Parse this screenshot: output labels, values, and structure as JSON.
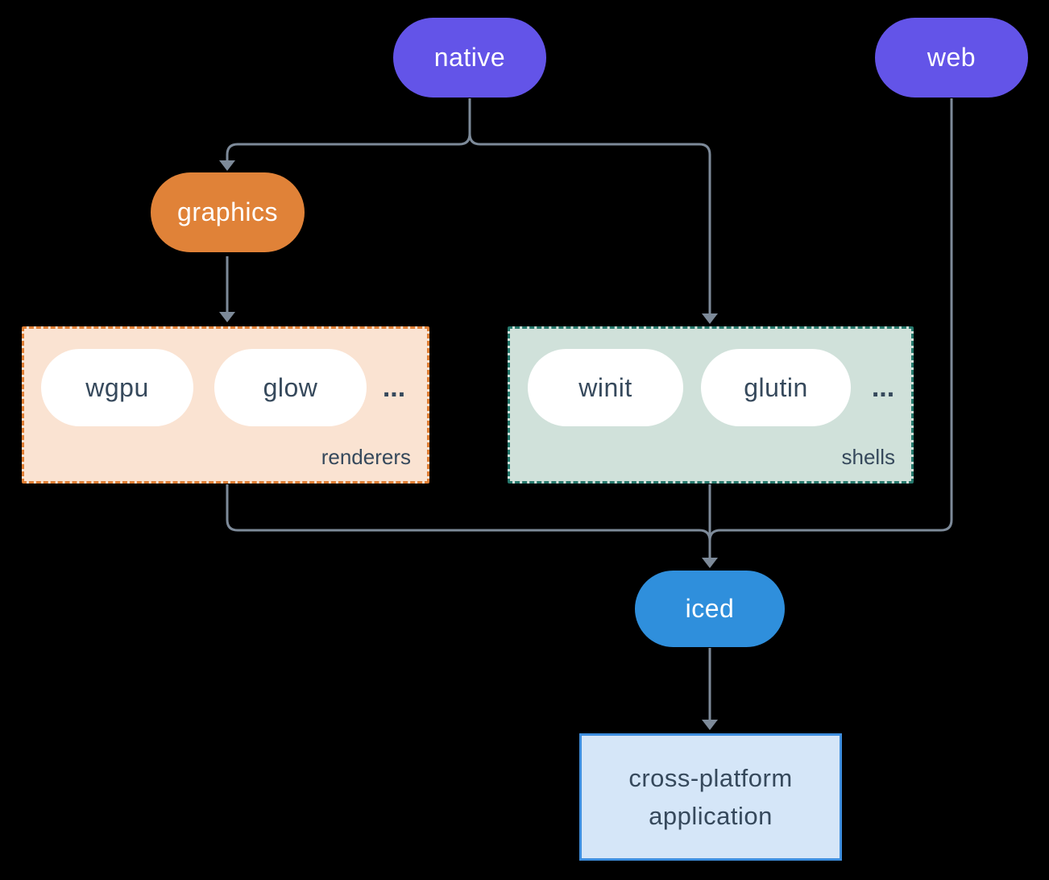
{
  "colors": {
    "background": "#000000",
    "edge": "#7d8a99",
    "indigo": "#6354e8",
    "orange": "#e08238",
    "blue": "#2f8fdc",
    "peach-fill": "#fae3d2",
    "peach-border": "#e07f35",
    "mint-fill": "#d0e1da",
    "mint-border": "#26786c",
    "app-fill": "#d5e6f8",
    "app-border": "#3e8ede",
    "ink": "#36495c",
    "node-text": "#ffffff"
  },
  "nodes": {
    "native": {
      "label": "native"
    },
    "web": {
      "label": "web"
    },
    "graphics": {
      "label": "graphics"
    },
    "iced": {
      "label": "iced"
    },
    "application": {
      "line1": "cross-platform",
      "line2": "application"
    }
  },
  "groups": {
    "renderers": {
      "label": "renderers",
      "items": [
        "wgpu",
        "glow"
      ],
      "ellipsis": "..."
    },
    "shells": {
      "label": "shells",
      "items": [
        "winit",
        "glutin"
      ],
      "ellipsis": "..."
    }
  }
}
